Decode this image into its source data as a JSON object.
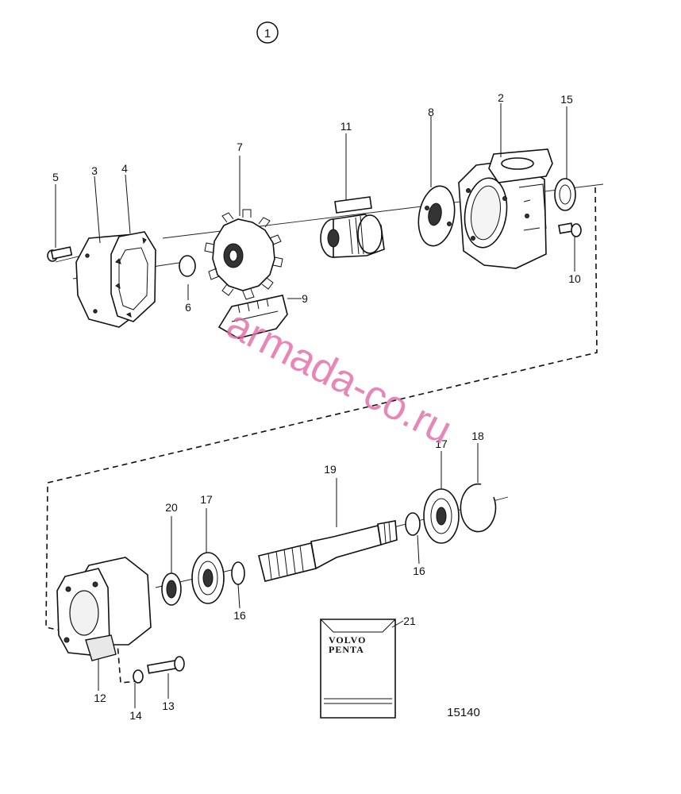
{
  "figure_number": "1",
  "catalog_number": "15140",
  "watermark": "armada-co.ru",
  "kit_brand": {
    "line1": "VOLVO",
    "line2": "PENTA"
  },
  "labels": {
    "p2": "2",
    "p3": "3",
    "p4": "4",
    "p5": "5",
    "p6": "6",
    "p7": "7",
    "p8": "8",
    "p9": "9",
    "p10": "10",
    "p11": "11",
    "p12": "12",
    "p13": "13",
    "p14": "14",
    "p15": "15",
    "p16a": "16",
    "p16b": "16",
    "p17a": "17",
    "p17b": "17",
    "p18": "18",
    "p19": "19",
    "p20": "20",
    "p21": "21"
  }
}
